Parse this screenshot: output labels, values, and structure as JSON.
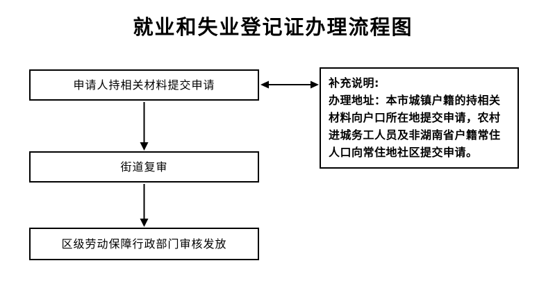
{
  "page": {
    "title": "就业和失业登记证办理流程图",
    "background": "#ffffff"
  },
  "colors": {
    "line": "#000000",
    "text": "#000000",
    "box_background": "#ffffff"
  },
  "flowchart": {
    "steps": [
      {
        "id": "step-1",
        "label": "申请人持相关材料提交申请"
      },
      {
        "id": "step-2",
        "label": "街道复审"
      },
      {
        "id": "step-3",
        "label": "区级劳动保障行政部门审核发放"
      }
    ],
    "edges": [
      {
        "from": "step-1",
        "to": "step-2",
        "style": "arrow-down"
      },
      {
        "from": "step-2",
        "to": "step-3",
        "style": "arrow-down"
      },
      {
        "from": "step-1",
        "to": "note",
        "style": "double-headed-horizontal"
      }
    ]
  },
  "note": {
    "heading": "补充说明:",
    "body": "办理地址：本市城镇户籍的持相关材料向户口所在地提交申请，农村进城务工人员及非湖南省户籍常住人口向常住地社区提交申请。"
  }
}
